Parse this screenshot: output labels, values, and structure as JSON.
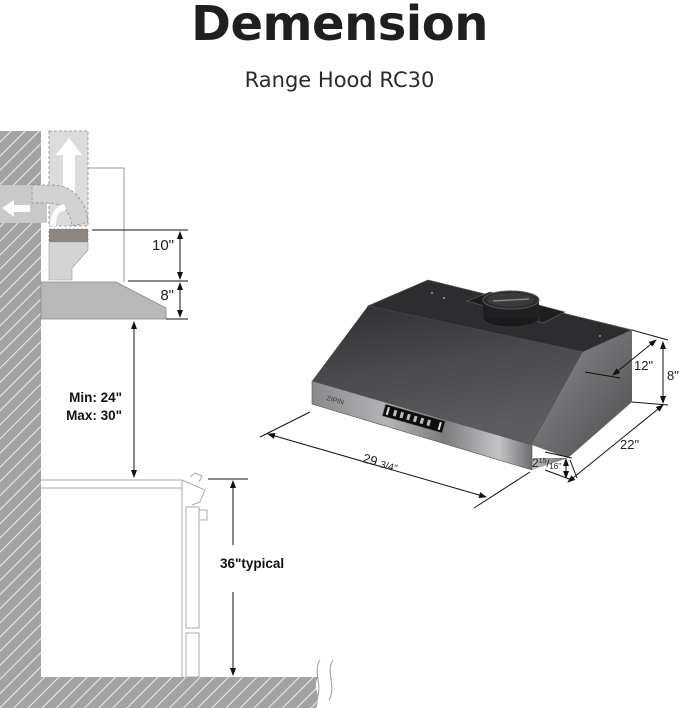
{
  "header": {
    "title": "Demension",
    "subtitle": "Range Hood RC30"
  },
  "side_view": {
    "duct_height_label": "10\"",
    "hood_height_label": "8\"",
    "clearance_min_label": "Min: 24\"",
    "clearance_max_label": "Max: 30\"",
    "counter_height_label": "36\"typical"
  },
  "product_view": {
    "width_label": "29 3/4\"",
    "width_whole": "29",
    "width_fraction": "3/4\"",
    "depth_label": "22\"",
    "top_depth_label": "12\"",
    "height_label": "8\"",
    "front_height_label": "2 15/16\"",
    "front_height_whole": "2",
    "front_height_fraction_num": "15",
    "front_height_fraction_den": "16\"",
    "brand_text": "ZIPIN"
  },
  "colors": {
    "wall_gray": "#a3a3a3",
    "hatch_white": "#ffffff",
    "duct_light": "#d9d9d9",
    "duct_band": "#8c8580",
    "hood_gray": "#b9b9b9",
    "line_dark": "#1a1a1a",
    "steel_dark": "#3b3b3e",
    "steel_mid": "#6a6a6d",
    "steel_light": "#a9a9ab"
  }
}
